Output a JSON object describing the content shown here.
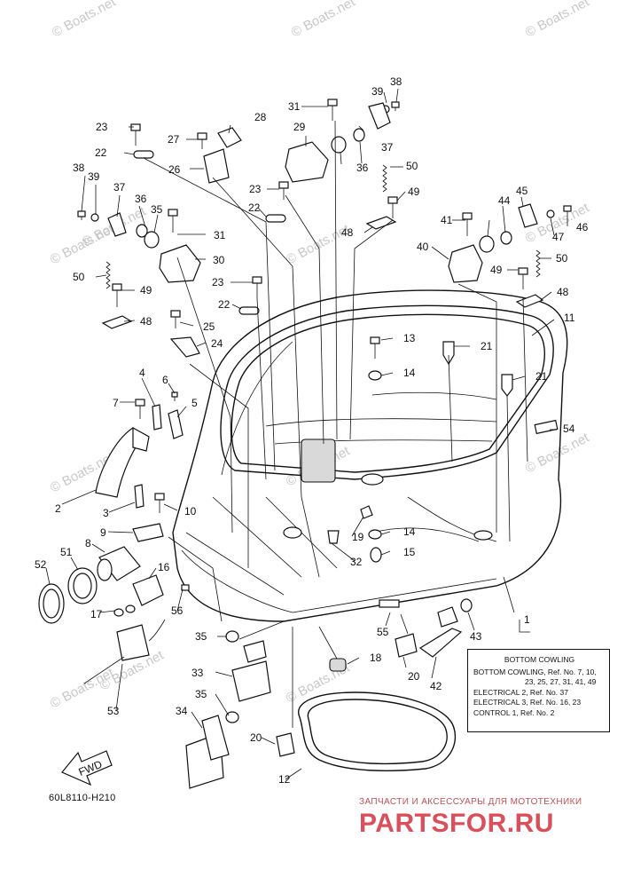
{
  "watermarks": [
    "© Boats.net",
    "© Boats.net",
    "© Boats.net",
    "© Boats.net",
    "© Boats.net",
    "© Boats.net",
    "© Boats.net",
    "© Boats.net",
    "© Boats.net",
    "© Boats.net",
    "© Boats.net",
    "© Boats.net",
    "© Boats.net",
    "© Boats.net"
  ],
  "callouts": [
    "1",
    "2",
    "3",
    "4",
    "5",
    "6",
    "7",
    "8",
    "9",
    "10",
    "11",
    "12",
    "13",
    "14",
    "15",
    "16",
    "17",
    "18",
    "19",
    "20",
    "21",
    "22",
    "23",
    "24",
    "25",
    "26",
    "27",
    "28",
    "29",
    "30",
    "31",
    "32",
    "33",
    "34",
    "35",
    "36",
    "37",
    "38",
    "39",
    "40",
    "41",
    "42",
    "43",
    "44",
    "45",
    "46",
    "47",
    "48",
    "49",
    "50",
    "51",
    "52",
    "53",
    "54",
    "55",
    "56"
  ],
  "fwd_label": "FWD",
  "drawing_code": "60L8110-H210",
  "infobox": {
    "title": "BOTTOM COWLING",
    "line1": "BOTTOM COWLING,  Ref. No. 7, 10,",
    "line2": "23, 25, 27, 31, 41, 49",
    "line3": "ELECTRICAL 2,  Ref. No. 37",
    "line4": "ELECTRICAL 3,  Ref. No. 16, 23",
    "line5": "CONTROL 1,  Ref. No. 2"
  },
  "brand": {
    "tagline": "ЗАПЧАСТИ И АКСЕССУАРЫ ДЛЯ МОТОТЕХНИКИ",
    "logo": "PARTSFOR.RU"
  }
}
